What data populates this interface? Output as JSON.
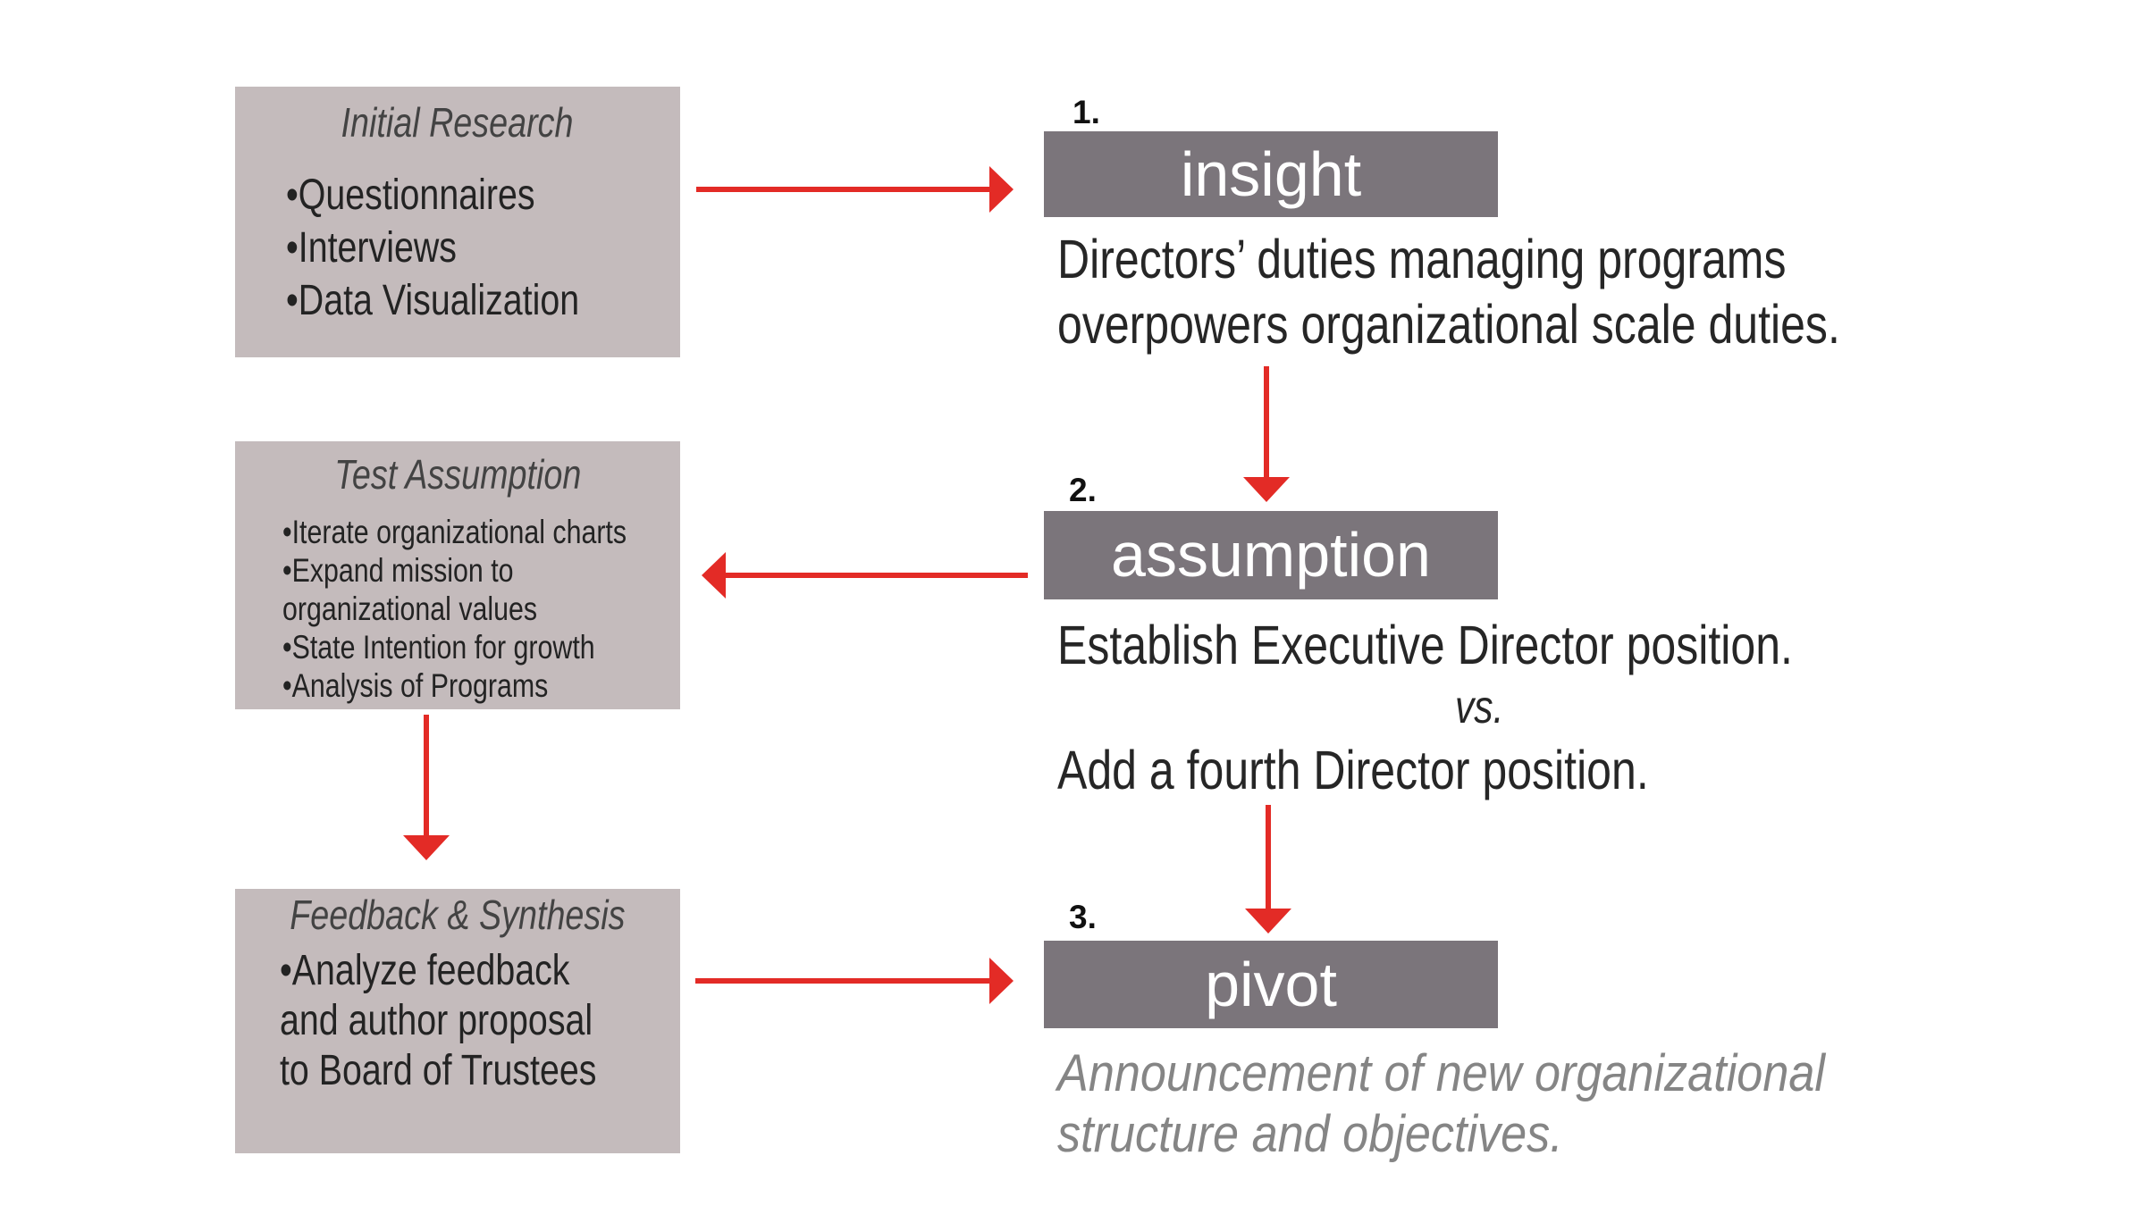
{
  "colors": {
    "arrow_red": "#e32b26",
    "left_box_bg": "#c4bbbc",
    "right_box_bg": "#7b757b",
    "keyword_text": "#ffffff"
  },
  "left_column": {
    "boxes": [
      {
        "title": "Initial Research",
        "lines": [
          "•Questionnaires",
          "•Interviews",
          "•Data Visualization"
        ]
      },
      {
        "title": "Test Assumption",
        "lines": [
          "•Iterate organizational charts",
          "•Expand mission to",
          "organizational values",
          "•State Intention for growth",
          "•Analysis of Programs"
        ]
      },
      {
        "title": "Feedback & Synthesis",
        "lines": [
          "•Analyze feedback",
          "and author proposal",
          "to Board of Trustees"
        ]
      }
    ]
  },
  "right_column": {
    "steps": [
      {
        "number": "1.",
        "keyword": "insight",
        "description_lines": [
          "Directors’ duties managing programs",
          "overpowers organizational scale duties."
        ]
      },
      {
        "number": "2.",
        "keyword": "assumption",
        "description_lines": [
          "Establish Executive Director position.",
          "vs.",
          "Add a fourth Director position."
        ]
      },
      {
        "number": "3.",
        "keyword": "pivot",
        "description_lines": [
          "Announcement of new organizational",
          "structure and objectives."
        ]
      }
    ]
  }
}
